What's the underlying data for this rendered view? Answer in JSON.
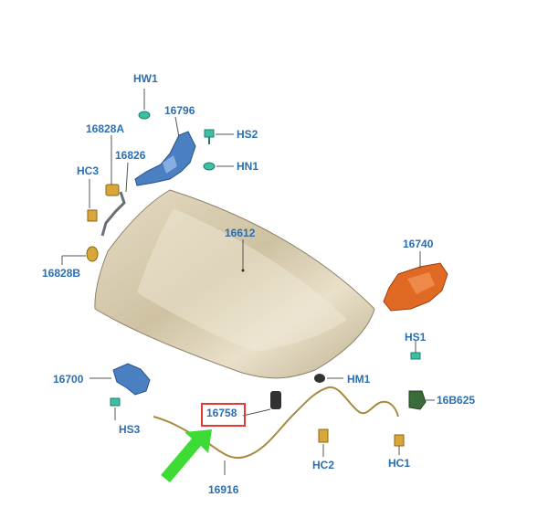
{
  "labels": {
    "hw1": "HW1",
    "p16796": "16796",
    "p16828a": "16828A",
    "hs2": "HS2",
    "hc3": "HC3",
    "p16826": "16826",
    "hn1": "HN1",
    "p16612": "16612",
    "p16740": "16740",
    "p16828b": "16828B",
    "hs1": "HS1",
    "p16700": "16700",
    "hm1": "HM1",
    "p16758": "16758",
    "p16b625": "16B625",
    "hs3": "HS3",
    "hc2": "HC2",
    "hc1": "HC1",
    "p16916": "16916"
  },
  "highlighted_part": "16758",
  "colors": {
    "label_blue": "#2b6fb3",
    "hood_fill": "#d8cdb3",
    "highlight_box": "#e53935",
    "arrow_green": "#3ddc35",
    "cable": "#a88a3e",
    "bracket_blue": "#4a7fc1",
    "orange_part": "#e06a23"
  }
}
